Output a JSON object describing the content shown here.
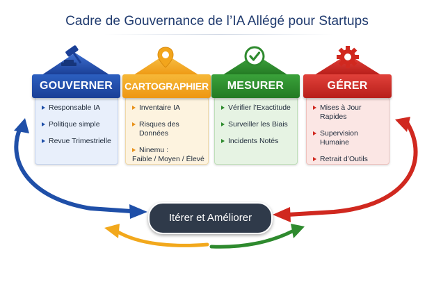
{
  "title": "Cadre de Gouvernance de l’IA Allégé pour Startups",
  "center_label": "Itérer et Améliorer",
  "pillars": [
    {
      "id": "gouverner",
      "label": "GOUVERNER",
      "icon": "gavel-icon",
      "color": "#1f4fa8",
      "items": [
        "Responsable IA",
        "Politique simple",
        "Revue Trimestrielle"
      ]
    },
    {
      "id": "cartographier",
      "label": "CARTOGRAPHIER",
      "icon": "map-pin-icon",
      "color": "#f0a51f",
      "items": [
        "Inventaire IA",
        "Risques des Données",
        "Ninemu :",
        "Faible / Moyen / Élevé"
      ]
    },
    {
      "id": "mesurer",
      "label": "MESURER",
      "icon": "check-badge-icon",
      "color": "#2e8a2e",
      "items": [
        "Vérifier l’Exactitude",
        "Surveiller les Biais",
        "Incidents Notés"
      ]
    },
    {
      "id": "gerer",
      "label": "GÉRER",
      "icon": "gear-icon",
      "color": "#cf2a25",
      "items": [
        "Mises à Jour Rapides",
        "Supervision Humaine",
        "Retrait d’Outils"
      ]
    }
  ]
}
